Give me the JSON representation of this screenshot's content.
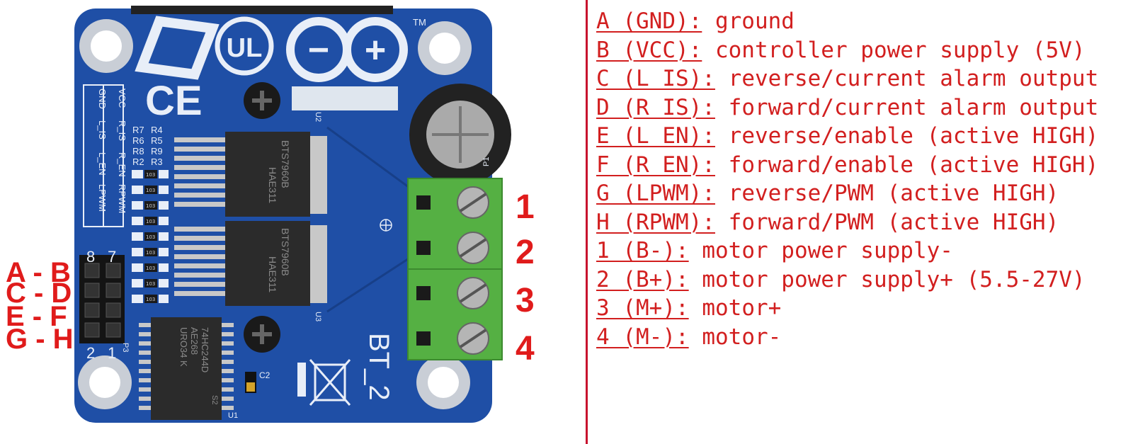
{
  "board": {
    "silk_top": [
      "VCC",
      "R_IS",
      "R_EN",
      "RPWM"
    ],
    "silk_bottom": [
      "GND",
      "L_IS",
      "L_EN",
      "LPWM"
    ],
    "resistors_left": [
      "R7",
      "R6",
      "R8",
      "R2"
    ],
    "resistors_right": [
      "R4",
      "R5",
      "R9",
      "R3"
    ],
    "resistor_code": "103",
    "chip_upper_labels": [
      "BTS7960B",
      "HAE311"
    ],
    "chip_lower_labels": [
      "BTS7960B",
      "HAE311"
    ],
    "driver_chip_labels": [
      "74HC244D",
      "AE268",
      "URO34 K",
      "S2"
    ],
    "ref_u1": "U1",
    "ref_u2": "U2",
    "ref_u3": "U3",
    "ref_p1": "P1",
    "ref_p3": "P3",
    "ref_c2": "C2",
    "pin_8": "8",
    "pin_7": "7",
    "pin_2": "2",
    "pin_1": "1",
    "model": "BT_2",
    "minus": "−",
    "plus": "+",
    "tm": "TM",
    "ul": "UL",
    "ce": "CE"
  },
  "header_labels": [
    "A - B",
    "C - D",
    "E - F",
    "G - H"
  ],
  "terminal_numbers": [
    "1",
    "2",
    "3",
    "4"
  ],
  "legend": [
    {
      "key": "A (GND):",
      "desc": "ground"
    },
    {
      "key": "B (VCC):",
      "desc": "controller power supply (5V)"
    },
    {
      "key": "C (L IS):",
      "desc": "reverse/current alarm output"
    },
    {
      "key": "D (R IS):",
      "desc": "forward/current alarm output"
    },
    {
      "key": "E (L EN):",
      "desc": "reverse/enable (active HIGH)"
    },
    {
      "key": "F (R EN):",
      "desc": "forward/enable (active HIGH)"
    },
    {
      "key": "G (LPWM):",
      "desc": "reverse/PWM (active HIGH)"
    },
    {
      "key": "H (RPWM):",
      "desc": "forward/PWM (active HIGH)"
    },
    {
      "key": "1 (B-):",
      "desc": "motor power supply-"
    },
    {
      "key": "2 (B+):",
      "desc": "motor power supply+ (5.5-27V)"
    },
    {
      "key": "3 (M+):",
      "desc": "motor+"
    },
    {
      "key": "4 (M-):",
      "desc": "motor-"
    }
  ],
  "colors": {
    "pcb": "#1f4fa6",
    "pcb_dark": "#173f88",
    "silk": "#e8eef8",
    "label_red": "#d21f1f",
    "terminal_green": "#55b043"
  }
}
